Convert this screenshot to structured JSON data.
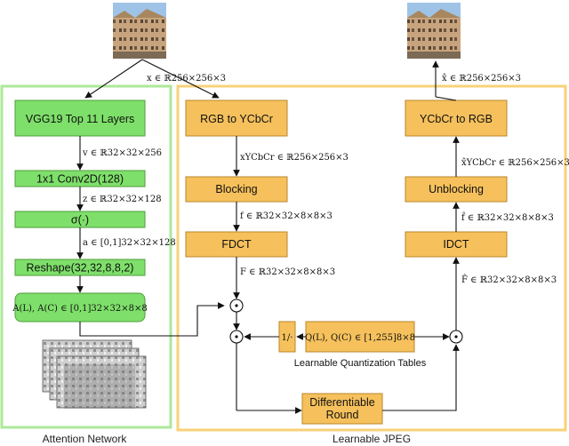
{
  "groups": {
    "attention": "Attention Network",
    "jpeg": "Learnable JPEG"
  },
  "input": {
    "label": "x ∈ ℝ256×256×3"
  },
  "output": {
    "label": "x̂ ∈ ℝ256×256×3"
  },
  "attention": {
    "vgg": "VGG19 Top 11 Layers",
    "v_label": "v ∈ ℝ32×32×256",
    "conv": "1x1 Conv2D(128)",
    "z_label": "z ∈ ℝ32×32×128",
    "sigma": "σ(·)",
    "a_label": "a ∈ [0,1]32×32×128",
    "reshape": "Reshape(32,32,8,8,2)",
    "maps": "A(L), A(C) ∈ [0,1]32×32×8×8"
  },
  "jpeg": {
    "rgb2ycbcr": "RGB to YCbCr",
    "x_ycbcr": "xYCbCr ∈ ℝ256×256×3",
    "blocking": "Blocking",
    "f_label": "f ∈ ℝ32×32×8×8×3",
    "fdct": "FDCT",
    "F_label": "F ∈ ℝ32×32×8×8×3",
    "ycbcr2rgb": "YCbCr to RGB",
    "xhat_ycbcr": "x̂YCbCr ∈ ℝ256×256×3",
    "unblocking": "Unblocking",
    "fhat_label": "f̂ ∈ ℝ32×32×8×8×3",
    "idct": "IDCT",
    "Fhat_label": "F̂ ∈ ℝ32×32×8×8×3",
    "reciprocal": "1/·",
    "qtables": "Q(L), Q(C) ∈ [1,255]8×8",
    "qtables_caption": "Learnable Quantization Tables",
    "round": "Differentiable Round",
    "mult_symbol": "⊙"
  },
  "colors": {
    "green_border": "#aee89a",
    "green_fill": "#7ee06a",
    "orange_border": "#f8d27a",
    "orange_fill": "#f6c15c"
  }
}
